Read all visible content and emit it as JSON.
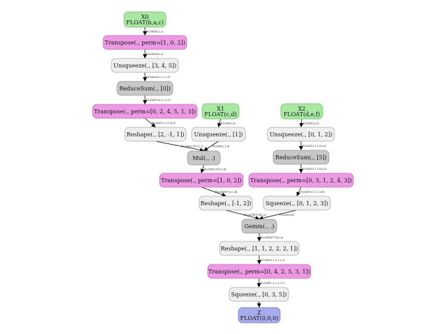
{
  "colors": {
    "io": "#a9e8a3",
    "io_border": "#6dbf66",
    "transpose": "#ec9ae4",
    "transpose_border": "#c56bbd",
    "shape": "#efefef",
    "shape_border": "#a6a6a6",
    "reduce": "#c8c8c8",
    "reduce_border": "#959595",
    "output": "#a8abea",
    "output_border": "#7478c9"
  },
  "nodes": [
    {
      "id": "x0",
      "kind": "io",
      "lines": [
        "X0",
        "FLOAT(b,a,c)"
      ]
    },
    {
      "id": "t1",
      "kind": "transpose",
      "lines": [
        "Transpose(., perm=[1, 0, 2])"
      ]
    },
    {
      "id": "u1",
      "kind": "shape",
      "lines": [
        "Unsqueeze(., [3, 4, 5])"
      ]
    },
    {
      "id": "r1",
      "kind": "reduce",
      "lines": [
        "ReduceSum(., [0])"
      ]
    },
    {
      "id": "t2",
      "kind": "transpose",
      "lines": [
        "Transpose(., perm=[0, 2, 4, 5, 1, 3])"
      ]
    },
    {
      "id": "x1",
      "kind": "io",
      "lines": [
        "X1",
        "FLOAT(c,d)"
      ]
    },
    {
      "id": "x2",
      "kind": "io",
      "lines": [
        "X2",
        "FLOAT(d,e,f)"
      ]
    },
    {
      "id": "rs1",
      "kind": "shape",
      "lines": [
        "Reshape(., [2, -1, 1])"
      ]
    },
    {
      "id": "u2",
      "kind": "shape",
      "lines": [
        "Unsqueeze(., [1])"
      ]
    },
    {
      "id": "u3",
      "kind": "shape",
      "lines": [
        "Unsqueeze(., [0, 1, 2])"
      ]
    },
    {
      "id": "mul",
      "kind": "reduce",
      "lines": [
        "Mul(., .)"
      ]
    },
    {
      "id": "r2",
      "kind": "reduce",
      "lines": [
        "ReduceSum(., [5])"
      ]
    },
    {
      "id": "t3",
      "kind": "transpose",
      "lines": [
        "Transpose(., perm=[1, 0, 2])"
      ]
    },
    {
      "id": "t4",
      "kind": "transpose",
      "lines": [
        "Transpose(., perm=[0, 5, 1, 2, 4, 3])"
      ]
    },
    {
      "id": "rs2",
      "kind": "shape",
      "lines": [
        "Reshape(., [-1, 2])"
      ]
    },
    {
      "id": "sq1",
      "kind": "shape",
      "lines": [
        "Squeeze(., [0, 1, 2, 3])"
      ]
    },
    {
      "id": "gemm",
      "kind": "reduce",
      "lines": [
        "Gemm(., .)"
      ]
    },
    {
      "id": "rs3",
      "kind": "shape",
      "lines": [
        "Reshape(., [1, 1, 2, 2, 2, 1])"
      ]
    },
    {
      "id": "t5",
      "kind": "transpose",
      "lines": [
        "Transpose(., perm=[0, 4, 2, 5, 3, 1])"
      ]
    },
    {
      "id": "sq2",
      "kind": "shape",
      "lines": [
        "Squeeze(., [0, 3, 5])"
      ]
    },
    {
      "id": "z",
      "kind": "output",
      "lines": [
        "Z",
        "FLOAT(0,0,0)"
      ]
    }
  ],
  "edges": [
    {
      "from": "x0",
      "to": "t1",
      "label": "FLOAT(b,a,c)"
    },
    {
      "from": "t1",
      "to": "u1",
      "label": "FLOAT(a,b,c)"
    },
    {
      "from": "u1",
      "to": "r1",
      "label": "FLOAT(a,b,c,1,1,1)"
    },
    {
      "from": "r1",
      "to": "t2",
      "label": "FLOAT(1,b,c,1,1,1)"
    },
    {
      "from": "t2",
      "to": "rs1",
      "label": "FLOAT(1,c,1,1,b,1)"
    },
    {
      "from": "x1",
      "to": "u2",
      "label": "FLOAT(c,d)"
    },
    {
      "from": "x2",
      "to": "u3",
      "label": "FLOAT(d,e,f)"
    },
    {
      "from": "rs1",
      "to": "mul",
      "label": "FLOAT(2,b*c/2,1)"
    },
    {
      "from": "u2",
      "to": "mul",
      "label": "FLOAT(c,1,d)"
    },
    {
      "from": "u3",
      "to": "r2",
      "label": "FLOAT(1,1,1,d,e,f)"
    },
    {
      "from": "mul",
      "to": "t3",
      "label": "FLOAT(2,b*c/2,d)"
    },
    {
      "from": "r2",
      "to": "t4",
      "label": "FLOAT(1,1,1,d,e,1)"
    },
    {
      "from": "t3",
      "to": "rs2",
      "label": "FLOAT(b*c/2,2,d)"
    },
    {
      "from": "t4",
      "to": "sq1",
      "label": "FLOAT(1,1,1,1,e,d)"
    },
    {
      "from": "rs2",
      "to": "gemm",
      "label": "FLOAT(b*c*d/2,2)"
    },
    {
      "from": "sq1",
      "to": "gemm",
      "label": "FLOAT(e,d)"
    },
    {
      "from": "gemm",
      "to": "rs3",
      "label": "FLOAT(b*c*d/2,e)"
    },
    {
      "from": "rs3",
      "to": "t5",
      "label": "FLOAT(1,1,2,2,2,1)"
    },
    {
      "from": "t5",
      "to": "sq2",
      "label": "FLOAT(1,2,2,1,2,1)"
    },
    {
      "from": "sq2",
      "to": "z",
      "label": ""
    }
  ]
}
